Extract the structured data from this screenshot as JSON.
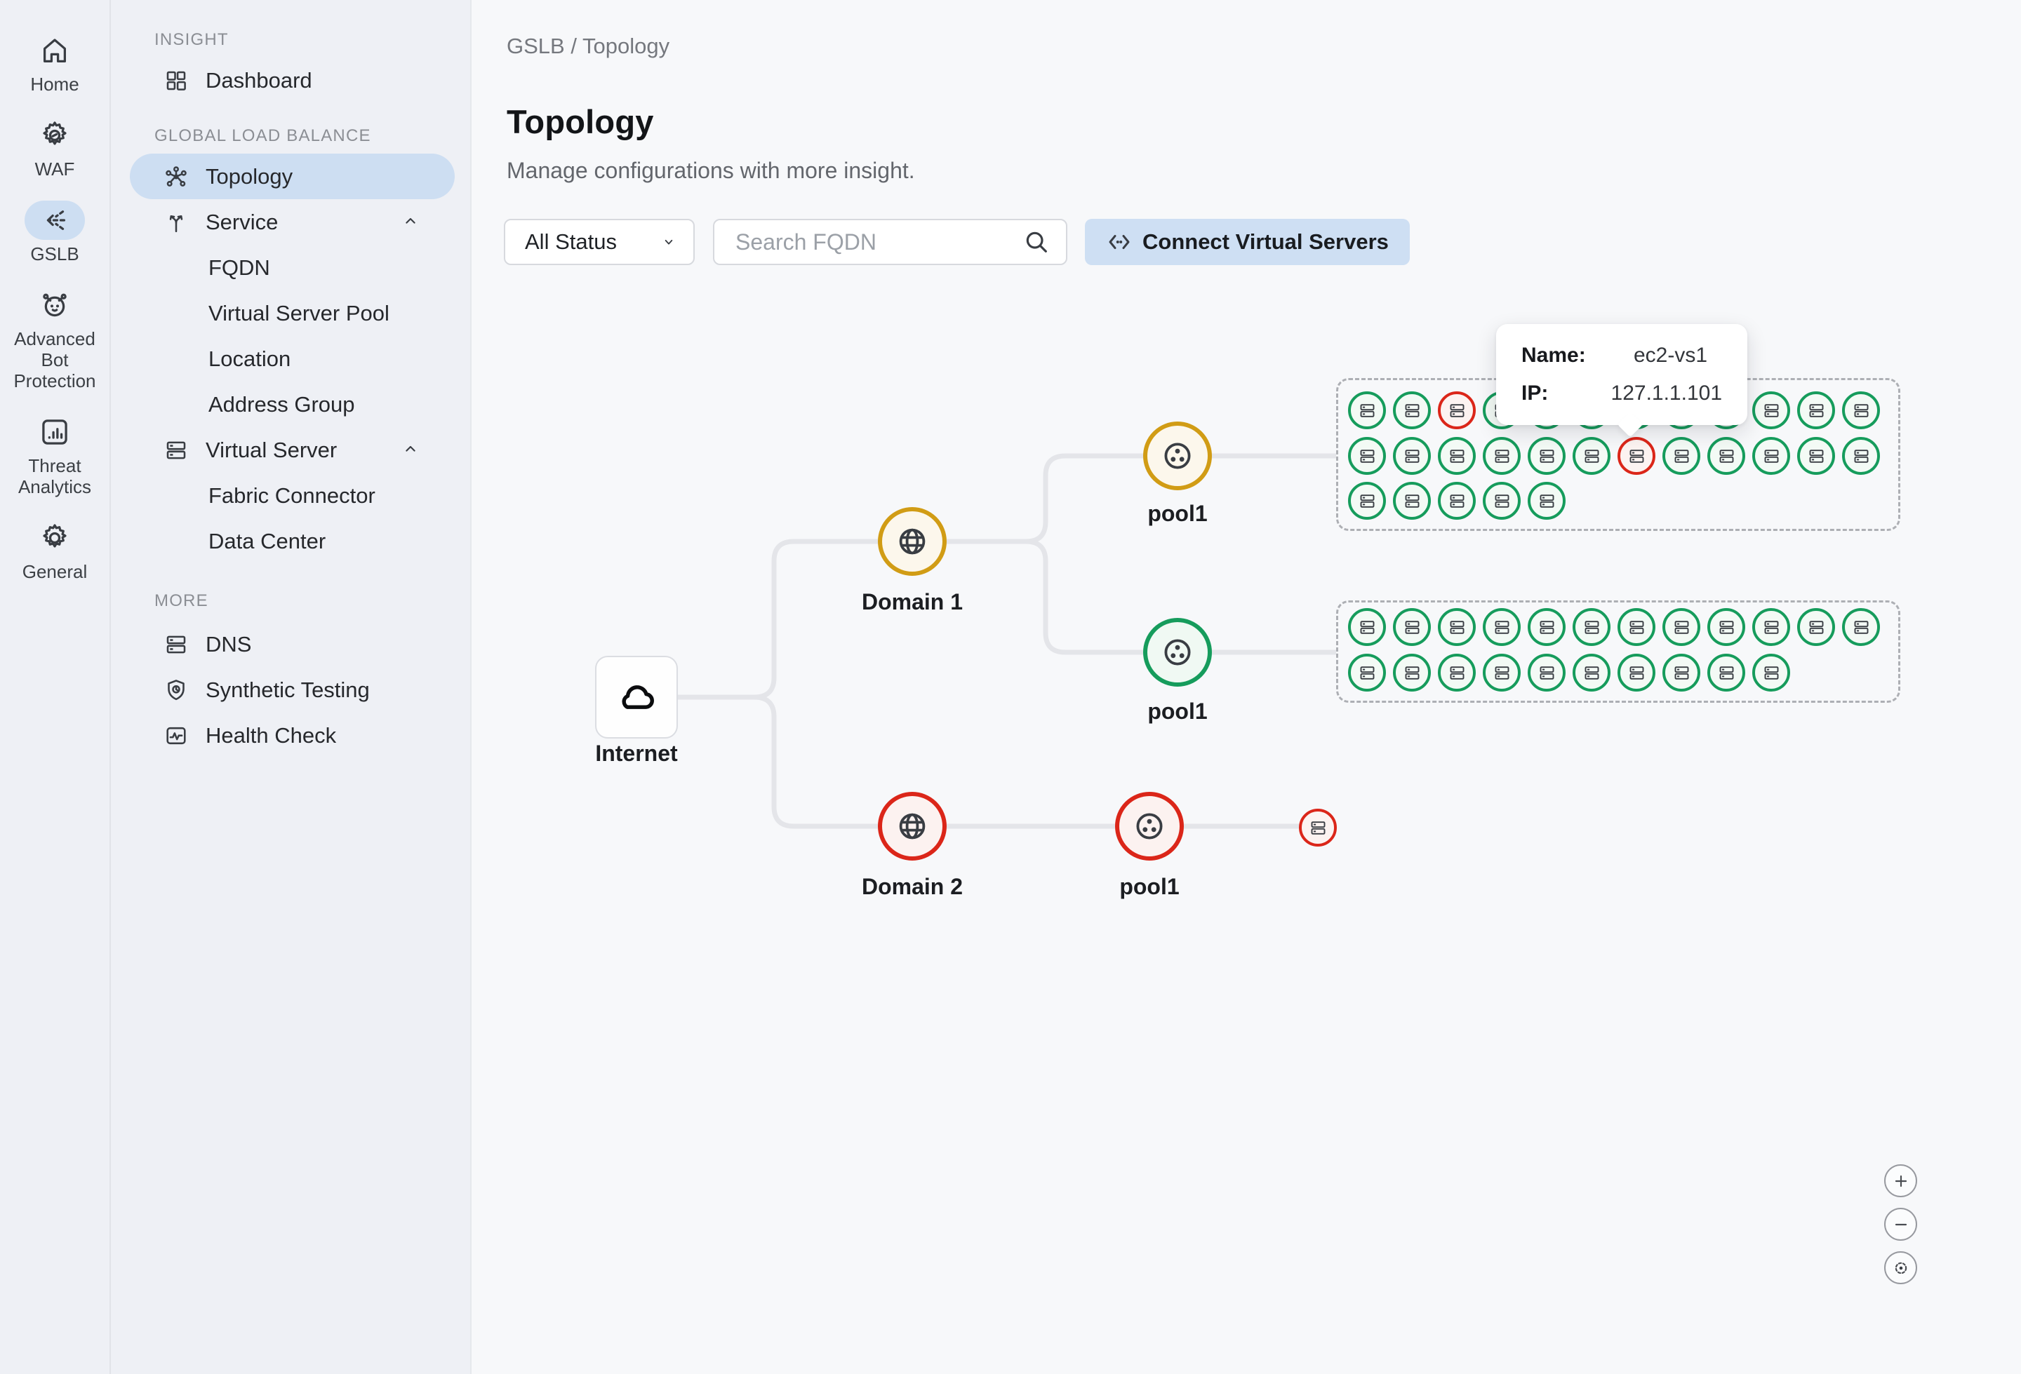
{
  "header": {
    "breadcrumb": "GSLB / Topology",
    "title": "Topology",
    "subtitle": "Manage configurations with more insight."
  },
  "rail": {
    "items": [
      {
        "label": "Home",
        "icon": "home-icon",
        "active": false
      },
      {
        "label": "WAF",
        "icon": "waf-gear-icon",
        "active": false
      },
      {
        "label": "GSLB",
        "icon": "gslb-converge-icon",
        "active": true
      },
      {
        "label": "Advanced Bot Protection",
        "icon": "robot-icon",
        "active": false
      },
      {
        "label": "Threat Analytics",
        "icon": "bar-chart-icon",
        "active": false
      },
      {
        "label": "General",
        "icon": "gear-icon",
        "active": false
      }
    ]
  },
  "sidebar": {
    "sections": [
      {
        "label": "INSIGHT",
        "items": [
          {
            "label": "Dashboard",
            "icon": "dashboard-icon"
          }
        ]
      },
      {
        "label": "GLOBAL LOAD BALANCE",
        "items": [
          {
            "label": "Topology",
            "icon": "topology-icon",
            "active": true
          },
          {
            "label": "Service",
            "icon": "service-branch-icon",
            "expanded": true
          },
          {
            "label": "FQDN",
            "sub": true
          },
          {
            "label": "Virtual Server Pool",
            "sub": true
          },
          {
            "label": "Location",
            "sub": true
          },
          {
            "label": "Address Group",
            "sub": true
          },
          {
            "label": "Virtual Server",
            "icon": "server-icon",
            "expanded": true
          },
          {
            "label": "Fabric Connector",
            "sub": true
          },
          {
            "label": "Data Center",
            "sub": true
          }
        ]
      },
      {
        "label": "MORE",
        "items": [
          {
            "label": "DNS",
            "icon": "server-icon"
          },
          {
            "label": "Synthetic Testing",
            "icon": "shield-clock-icon"
          },
          {
            "label": "Health Check",
            "icon": "pulse-monitor-icon"
          }
        ]
      }
    ]
  },
  "controls": {
    "status_filter_value": "All Status",
    "search_placeholder": "Search FQDN",
    "connect_button_label": "Connect Virtual Servers"
  },
  "topology": {
    "internet": {
      "label": "Internet"
    },
    "nodes": [
      {
        "id": "domain1",
        "label": "Domain 1",
        "type": "domain",
        "status": "warning"
      },
      {
        "id": "pool1-top",
        "label": "pool1",
        "type": "pool",
        "status": "warning"
      },
      {
        "id": "pool1-mid",
        "label": "pool1",
        "type": "pool",
        "status": "healthy"
      },
      {
        "id": "domain2",
        "label": "Domain 2",
        "type": "domain",
        "status": "critical"
      },
      {
        "id": "pool1-bottom",
        "label": "pool1",
        "type": "pool",
        "status": "critical"
      }
    ],
    "clusters": [
      {
        "rows": [
          {
            "count": 12,
            "red_indexes": [
              2
            ]
          },
          {
            "count": 12,
            "red_indexes": [
              6
            ]
          },
          {
            "count": 5,
            "red_indexes": []
          }
        ]
      },
      {
        "rows": [
          {
            "count": 12,
            "red_indexes": []
          },
          {
            "count": 10,
            "red_indexes": []
          }
        ]
      }
    ],
    "standalone_server": {
      "status": "critical"
    },
    "tooltip": {
      "name_label": "Name:",
      "name_value": "ec2-vs1",
      "ip_label": "IP:",
      "ip_value": "127.1.1.101"
    }
  },
  "zoom_controls": {
    "zoom_in": "+",
    "zoom_out": "−",
    "recenter": "fit"
  },
  "colors": {
    "accent_blue": "#CEDFF3",
    "active_pill_blue": "#CDDEF2",
    "healthy_green": "#169C5C",
    "warning_amber": "#D19C15",
    "critical_red": "#DB2619",
    "edge_gray": "#E4E5E9",
    "sidebar_bg": "#EEF0F5",
    "canvas_bg": "#F7F8FA"
  }
}
